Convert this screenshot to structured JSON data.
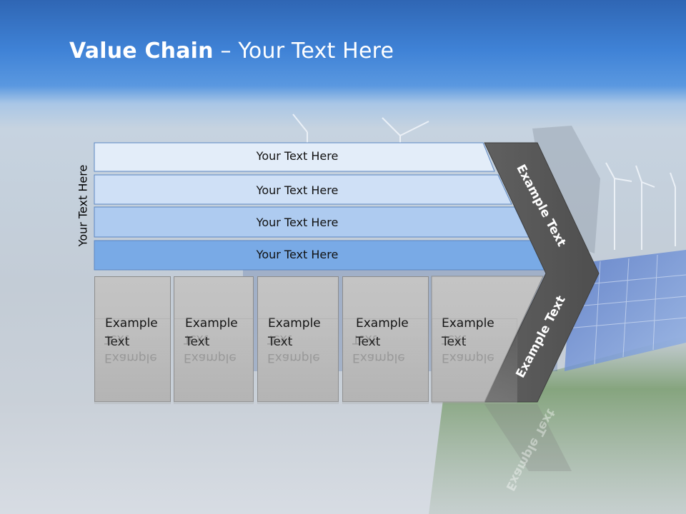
{
  "slide": {
    "title_bold": "Value Chain",
    "title_rest": " – Your Text Here",
    "vertical_label": "Your Text Here",
    "rows": [
      {
        "label": "Your Text Here",
        "color": "#e3edf9"
      },
      {
        "label": "Your Text Here",
        "color": "#cfe0f6"
      },
      {
        "label": "Your Text Here",
        "color": "#aecbf0"
      },
      {
        "label": "Your Text Here",
        "color": "#79aae6"
      }
    ],
    "boxes": [
      {
        "line1": "Example",
        "line2": "Text"
      },
      {
        "line1": "Example",
        "line2": "Text"
      },
      {
        "line1": "Example",
        "line2": "Text"
      },
      {
        "line1": "Example",
        "line2": "Text"
      },
      {
        "line1": "Example",
        "line2": "Text"
      }
    ],
    "arrow_top_text": "Example Text",
    "arrow_bottom_text": "Example Text",
    "arrow_color": "#5a5a5a"
  }
}
